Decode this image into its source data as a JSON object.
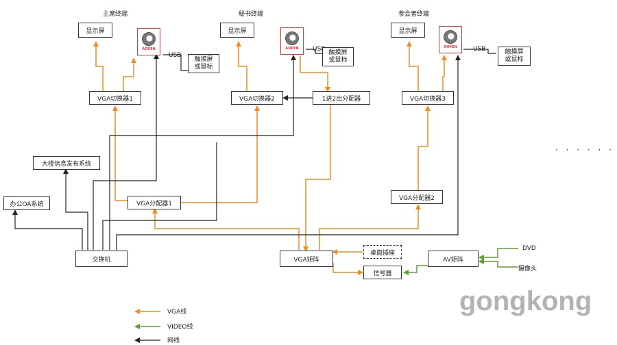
{
  "terminals": {
    "chair": "主席终端",
    "secretary": "秘书终端",
    "participant": "参会者终端"
  },
  "display": "显示屏",
  "logo_text": "AOPEN",
  "usb": "USB",
  "touch_line1": "触摸屏",
  "touch_line2": "或鼠标",
  "touch3_line1": "触摸屏",
  "touch3_line2": "或鼠标",
  "vga_switch1": "VGA切换器1",
  "vga_switch2": "VGA切换器2",
  "vga_switch3": "VGA切换器3",
  "splitter_1to2": "1进2出分配器",
  "building_info": "大楼信息发布系统",
  "office_oa": "办公OA系统",
  "vga_splitter1": "VGA分配器1",
  "vga_splitter2": "VGA分配器2",
  "switch": "交换机",
  "vga_matrix": "VGA矩阵",
  "desktop_socket": "桌面插座",
  "signal_box": "信号器",
  "av_matrix": "AV矩阵",
  "dvd": "DVD",
  "camera": "摄像头",
  "ellipsis": "· · · · · ·",
  "watermark": "gongkong",
  "legend": {
    "vga": "VGA线",
    "video": "VIDEO线",
    "network": "网线"
  },
  "colors": {
    "vga": "#f08c1e",
    "video": "#5aa02c",
    "network": "#222222"
  }
}
